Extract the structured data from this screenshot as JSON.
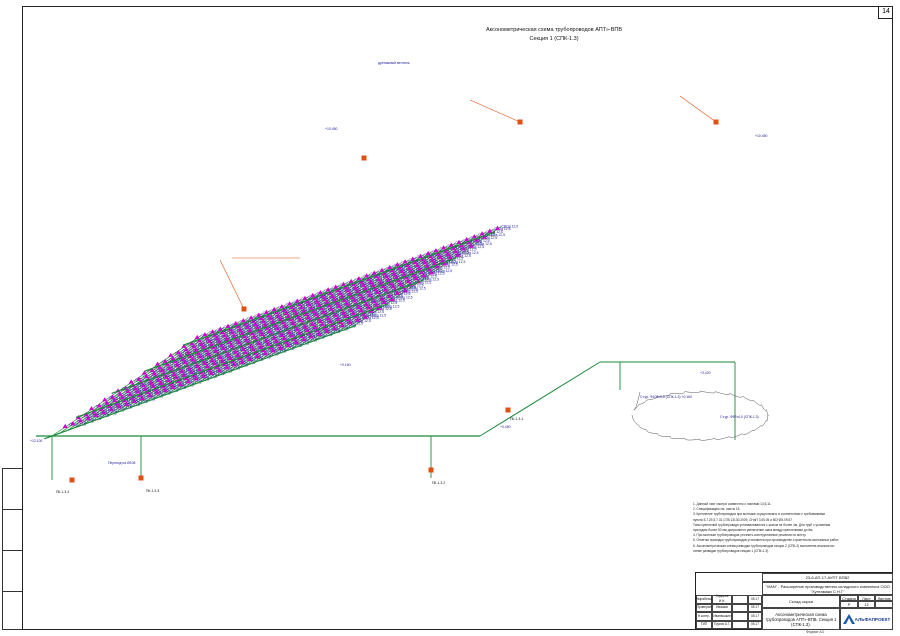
{
  "page_number": "14",
  "drawing_title": "Аксонометрическая схема трубопроводов АПТ»-ВПВ",
  "drawing_subtitle": "Секция 1 (СПК-1.3)",
  "sprinkler_label": "СВОд 12,5",
  "elevation_labels": [
    "+12.100",
    "+10.450",
    "+10.450",
    "+0.160",
    "+3.420",
    "+0.450"
  ],
  "equipment_labels": [
    "ПК-1.3.4",
    "ПК-1.3.3",
    "ПК-1.3.2",
    "ПК-1.3.1"
  ],
  "callouts": [
    "дренажный вентиль",
    "Переход на Ø108",
    "Ст.ур. Ф108x3,5 (СПК-1.3) +0,160",
    "Ст.ур. Ф57x4,0 (СПК-1.3)"
  ],
  "notes": [
    "1. Данный лист смотри совместно с листами 13,6,11.",
    "2. Спецификацию см. листы 15.",
    "3. Крепление трубопроводов при монтаже осуществлять в соответствии с требованиями",
    "   пункта 5.7.29-5.7.31 СП5.13130.2009, СНиП 3.05.05 и ВСН25-09.67",
    "   Типы креплений трубопровода устанавливаются с шагом не более 4м. Для труб с условным",
    "   проходом более 50 мм допускается увеличение шага между креплениями до 6м.",
    "4. При монтаже трубопроводов уточнить конструктивные решения по месту.",
    "5. Отметки проводки трубопроводов уточняются при производстве строительно-монтажных работ.",
    "6. Аксонометрическая схема разводки трубопроводов секции 2 (СПК-2) выполнена аналогично",
    "   схеме разводки трубопроводов секции 1 (СПК-1.3)."
  ],
  "stamp": {
    "code": "23-6-АП-17-АУПТ ВПВ2",
    "project": "\"IVAN\" - Расширение производственно-складского комплекса ООО \"Хуптамаки С.Н.Г\"",
    "object": "Склад сырья",
    "stage_header": "Стадия",
    "sheet_header": "Лист",
    "sheets_header": "Листов",
    "stage": "Р",
    "sheet": "12",
    "sheet_title": "Аксонометрическая схема трубопроводов АПТ»-ВПВ. Секция 1 (СПК-1.3).",
    "company": "АЛЬФАПРОЕКТ",
    "roles": [
      "Разработал",
      "Проверил",
      "Н.контр.",
      "ГИП"
    ],
    "names": [
      "Сидоров И.Н.",
      "Ивашов",
      "Иванюшкин",
      "Трусов А.Г."
    ],
    "dates": [
      "05.17",
      "05.17",
      "05.17",
      "05.17"
    ],
    "format": "Формат А3"
  },
  "colors": {
    "pipe": "#1a8a3a",
    "sprinkler": "#d000d0",
    "equipment": "#e05010",
    "frame": "#222222"
  }
}
